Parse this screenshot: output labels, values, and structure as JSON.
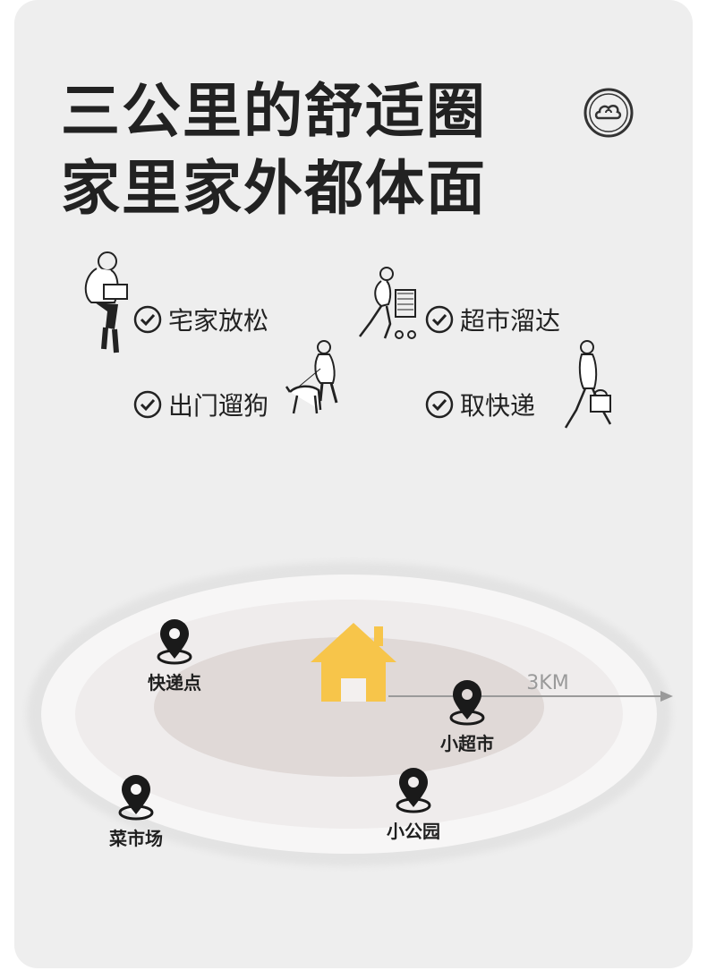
{
  "title_line1": "三公里的舒适圈",
  "title_line2": "家里家外都体面",
  "logo_icon": "cloud-circle-icon",
  "activities": [
    {
      "label": "宅家放松",
      "figure": "person-sitting-laptop-icon"
    },
    {
      "label": "超市溜达",
      "figure": "person-shopping-cart-icon"
    },
    {
      "label": "出门遛狗",
      "figure": "person-walking-dog-icon"
    },
    {
      "label": "取快递",
      "figure": "person-carrying-bag-icon"
    }
  ],
  "check_icon": "check-circle-icon",
  "map": {
    "distance_label": "3KM",
    "home_icon": "house-icon",
    "home_color": "#f7c54a",
    "pins": [
      {
        "label": "快递点"
      },
      {
        "label": "小超市"
      },
      {
        "label": "菜市场"
      },
      {
        "label": "小公园"
      }
    ]
  }
}
